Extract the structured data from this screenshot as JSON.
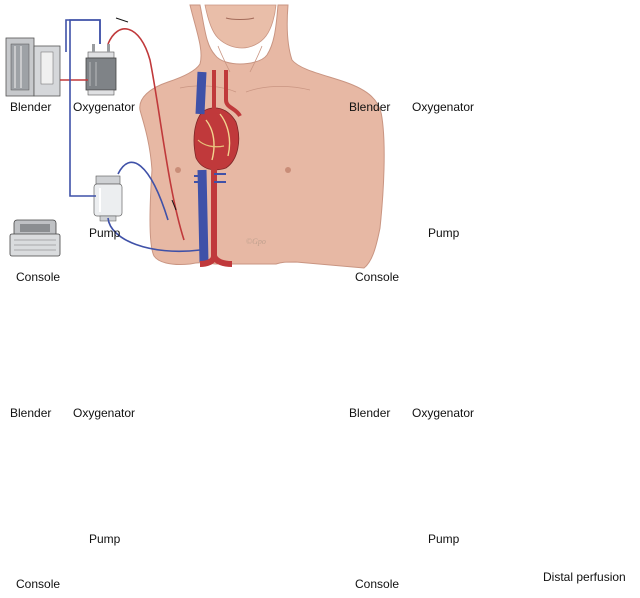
{
  "labels": {
    "blender": "Blender",
    "oxygenator": "Oxygenator",
    "pump": "Pump",
    "console": "Console",
    "distal_perfusion": "Distal perfusion"
  },
  "colors": {
    "arterial": "#c0393b",
    "venous": "#3f51a8",
    "skin": "#e7b8a4",
    "device": "#8a8d91"
  }
}
